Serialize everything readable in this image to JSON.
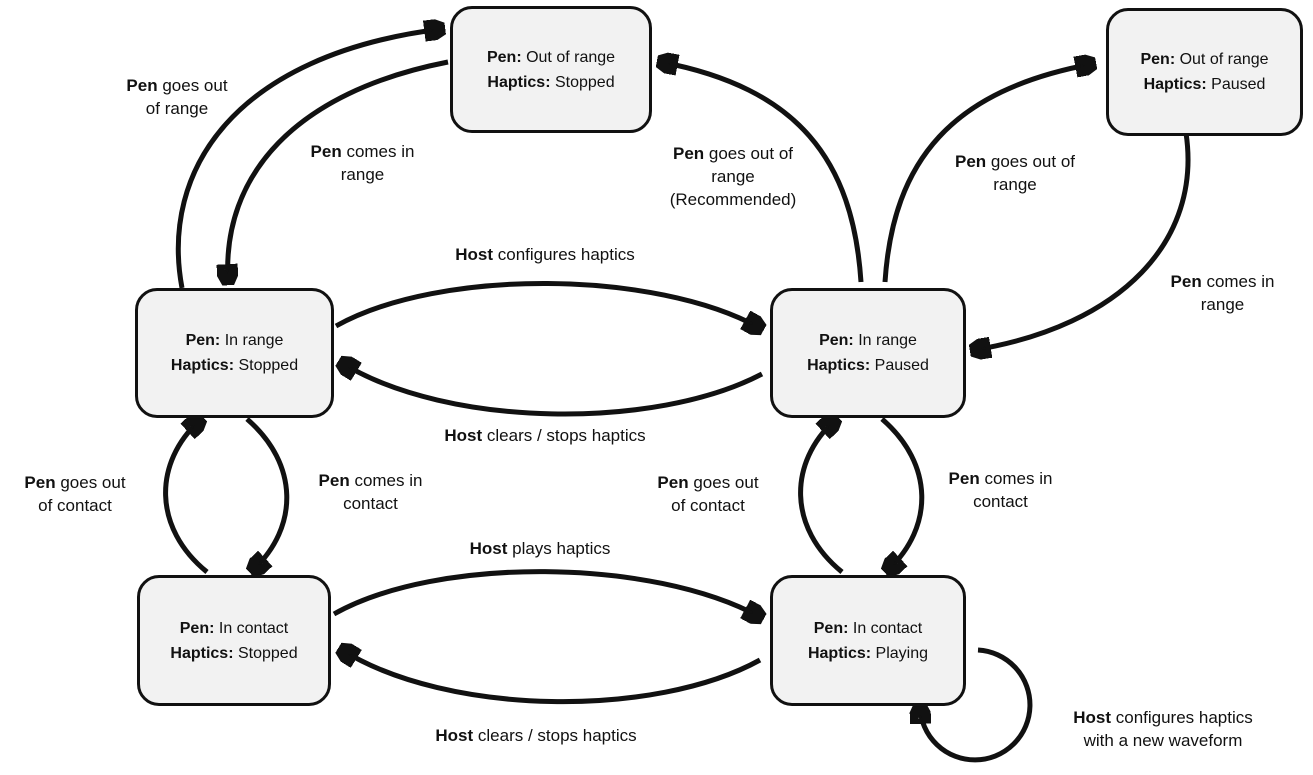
{
  "colors": {
    "background": "#ffffff",
    "node_fill": "#f2f2f2",
    "node_border": "#111111",
    "arrow": "#111111",
    "text": "#111111"
  },
  "nodes": [
    {
      "pen_label": "Pen:",
      "pen_value": " Out of range",
      "haptics_label": "Haptics:",
      "haptics_value": " Stopped"
    },
    {
      "pen_label": "Pen:",
      "pen_value": " Out of range",
      "haptics_label": "Haptics:",
      "haptics_value": " Paused"
    },
    {
      "pen_label": "Pen:",
      "pen_value": " In range",
      "haptics_label": "Haptics:",
      "haptics_value": " Stopped"
    },
    {
      "pen_label": "Pen:",
      "pen_value": " In range",
      "haptics_label": "Haptics:",
      "haptics_value": " Paused"
    },
    {
      "pen_label": "Pen:",
      "pen_value": " In contact",
      "haptics_label": "Haptics:",
      "haptics_value": " Stopped"
    },
    {
      "pen_label": "Pen:",
      "pen_value": " In contact",
      "haptics_label": "Haptics:",
      "haptics_value": " Playing"
    }
  ],
  "edge_labels": [
    {
      "bold": "Pen",
      "rest": " goes out of range"
    },
    {
      "bold": "Pen",
      "rest": " comes in range"
    },
    {
      "bold": "Host",
      "rest": " configures haptics"
    },
    {
      "bold": "Pen",
      "rest": " goes out of range (Recommended)"
    },
    {
      "bold": "Pen",
      "rest": " goes out of range"
    },
    {
      "bold": "Pen",
      "rest": " comes in range"
    },
    {
      "bold": "Host",
      "rest": " clears / stops haptics"
    },
    {
      "bold": "Pen",
      "rest": " goes out of contact"
    },
    {
      "bold": "Pen",
      "rest": " comes in contact"
    },
    {
      "bold": "Pen",
      "rest": " goes out of contact"
    },
    {
      "bold": "Pen",
      "rest": " comes in contact"
    },
    {
      "bold": "Host",
      "rest": " plays haptics"
    },
    {
      "bold": "Host",
      "rest": " clears / stops haptics"
    },
    {
      "bold": "Host",
      "rest": " configures haptics with a new waveform"
    }
  ]
}
